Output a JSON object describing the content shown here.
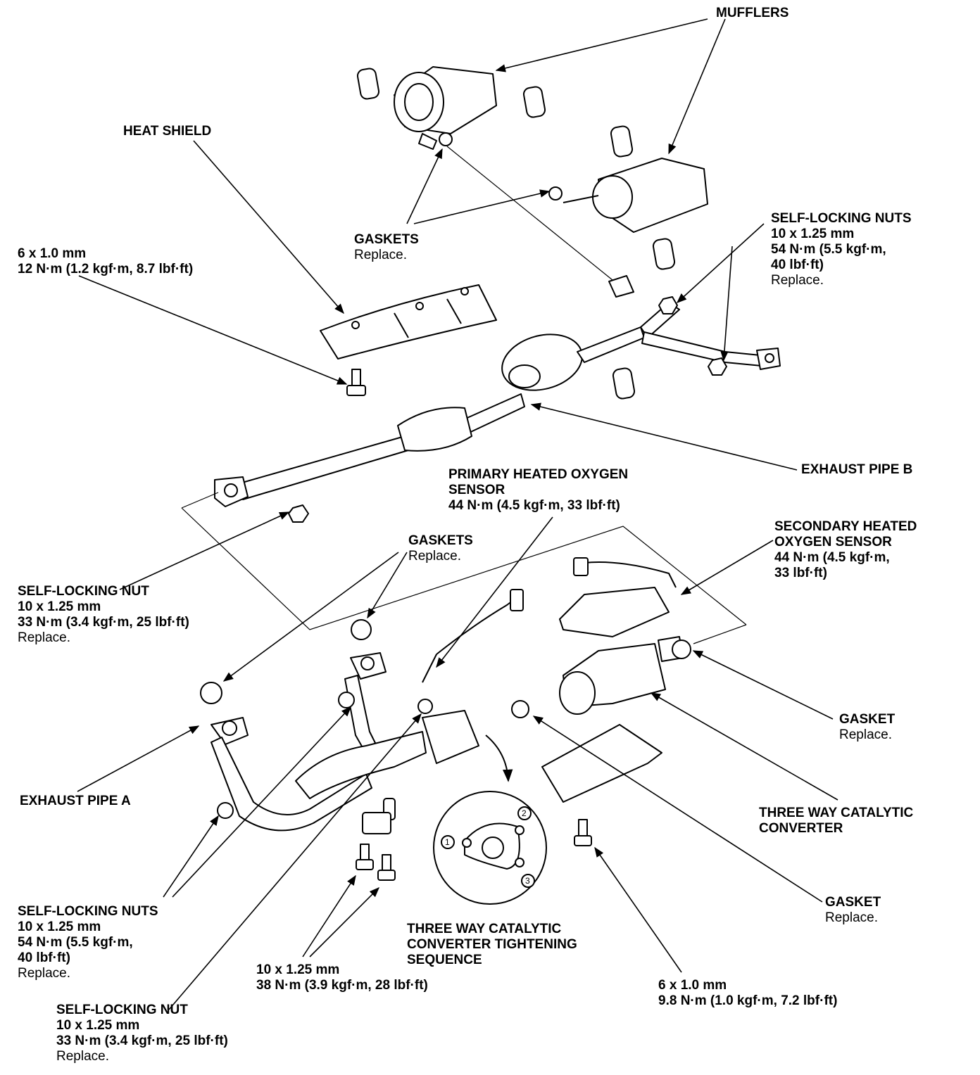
{
  "labels": {
    "mufflers": "MUFFLERS",
    "heat_shield": "HEAT SHIELD",
    "gaskets_top": {
      "title": "GASKETS",
      "note": "Replace."
    },
    "bolt_6x1_top": {
      "size": "6 x 1.0 mm",
      "torque": "12 N·m (1.2 kgf·m, 8.7 lbf·ft)"
    },
    "self_locking_nuts_top": {
      "title": "SELF-LOCKING NUTS",
      "size": "10 x 1.25 mm",
      "torque1": "54 N·m (5.5 kgf·m,",
      "torque2": "40 lbf·ft)",
      "note": "Replace."
    },
    "exhaust_pipe_b": "EXHAUST PIPE B",
    "primary_sensor": {
      "title1": "PRIMARY HEATED OXYGEN",
      "title2": "SENSOR",
      "torque": "44 N·m (4.5 kgf·m, 33 lbf·ft)"
    },
    "secondary_sensor": {
      "title1": "SECONDARY HEATED",
      "title2": "OXYGEN SENSOR",
      "torque1": "44 N·m (4.5 kgf·m,",
      "torque2": "33 lbf·ft)"
    },
    "gaskets_mid": {
      "title": "GASKETS",
      "note": "Replace."
    },
    "self_locking_nut_mid": {
      "title": "SELF-LOCKING NUT",
      "size": "10 x 1.25 mm",
      "torque": "33 N·m (3.4 kgf·m, 25 lbf·ft)",
      "note": "Replace."
    },
    "gasket_right1": {
      "title": "GASKET",
      "note": "Replace."
    },
    "exhaust_pipe_a": "EXHAUST PIPE A",
    "three_way_cat": {
      "line1": "THREE WAY CATALYTIC",
      "line2": "CONVERTER"
    },
    "gasket_right2": {
      "title": "GASKET",
      "note": "Replace."
    },
    "self_locking_nuts_bottom": {
      "title": "SELF-LOCKING NUTS",
      "size": "10 x 1.25 mm",
      "torque1": "54 N·m (5.5 kgf·m,",
      "torque2": "40 lbf·ft)",
      "note": "Replace."
    },
    "tightening_sequence": {
      "line1": "THREE WAY CATALYTIC",
      "line2": "CONVERTER TIGHTENING",
      "line3": "SEQUENCE"
    },
    "bolt_10x125": {
      "size": "10 x 1.25 mm",
      "torque": "38 N·m (3.9 kgf·m, 28 lbf·ft)"
    },
    "bolt_6x1_bottom": {
      "size": "6 x 1.0 mm",
      "torque": "9.8 N·m (1.0 kgf·m, 7.2 lbf·ft)"
    },
    "self_locking_nut_bottom": {
      "title": "SELF-LOCKING NUT",
      "size": "10 x 1.25 mm",
      "torque": "33 N·m (3.4 kgf·m, 25 lbf·ft)",
      "note": "Replace."
    }
  },
  "sequence_numbers": [
    "1",
    "2",
    "3"
  ]
}
